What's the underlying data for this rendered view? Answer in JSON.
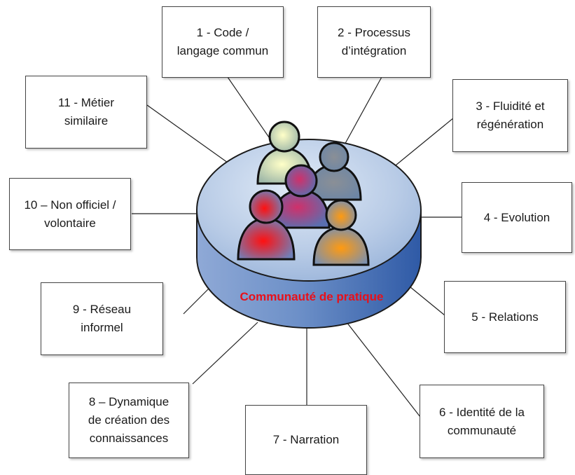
{
  "diagram": {
    "center_label": "Communauté de pratique",
    "items": [
      {
        "id": "1",
        "label": "1 - Code /\nlangage commun"
      },
      {
        "id": "2",
        "label": "2 - Processus\nd’intégration"
      },
      {
        "id": "3",
        "label": "3 - Fluidité et\nrégénération"
      },
      {
        "id": "4",
        "label": "4 - Evolution"
      },
      {
        "id": "5",
        "label": "5 - Relations"
      },
      {
        "id": "6",
        "label": "6 - Identité de la\ncommunauté"
      },
      {
        "id": "7",
        "label": "7 - Narration"
      },
      {
        "id": "8",
        "label": "8 – Dynamique\nde création des\nconnaissances"
      },
      {
        "id": "9",
        "label": "9 - Réseau\ninformel"
      },
      {
        "id": "10",
        "label": "10 – Non officiel /\nvolontaire"
      },
      {
        "id": "11",
        "label": "11 - Métier\nsimilaire"
      }
    ],
    "people_icons": [
      {
        "name": "person-yellow-icon",
        "color": "#f2f29a"
      },
      {
        "name": "person-grey-icon",
        "color": "#9a9a9a"
      },
      {
        "name": "person-purple-icon",
        "color": "#c0385a"
      },
      {
        "name": "person-red-icon",
        "color": "#ee1a1a"
      },
      {
        "name": "person-orange-icon",
        "color": "#f0a020"
      }
    ],
    "colors": {
      "cylinder_top": "#b9cce6",
      "cylinder_side": "#5f86c0",
      "center_label": "#e8101a",
      "connector": "#222222"
    }
  }
}
